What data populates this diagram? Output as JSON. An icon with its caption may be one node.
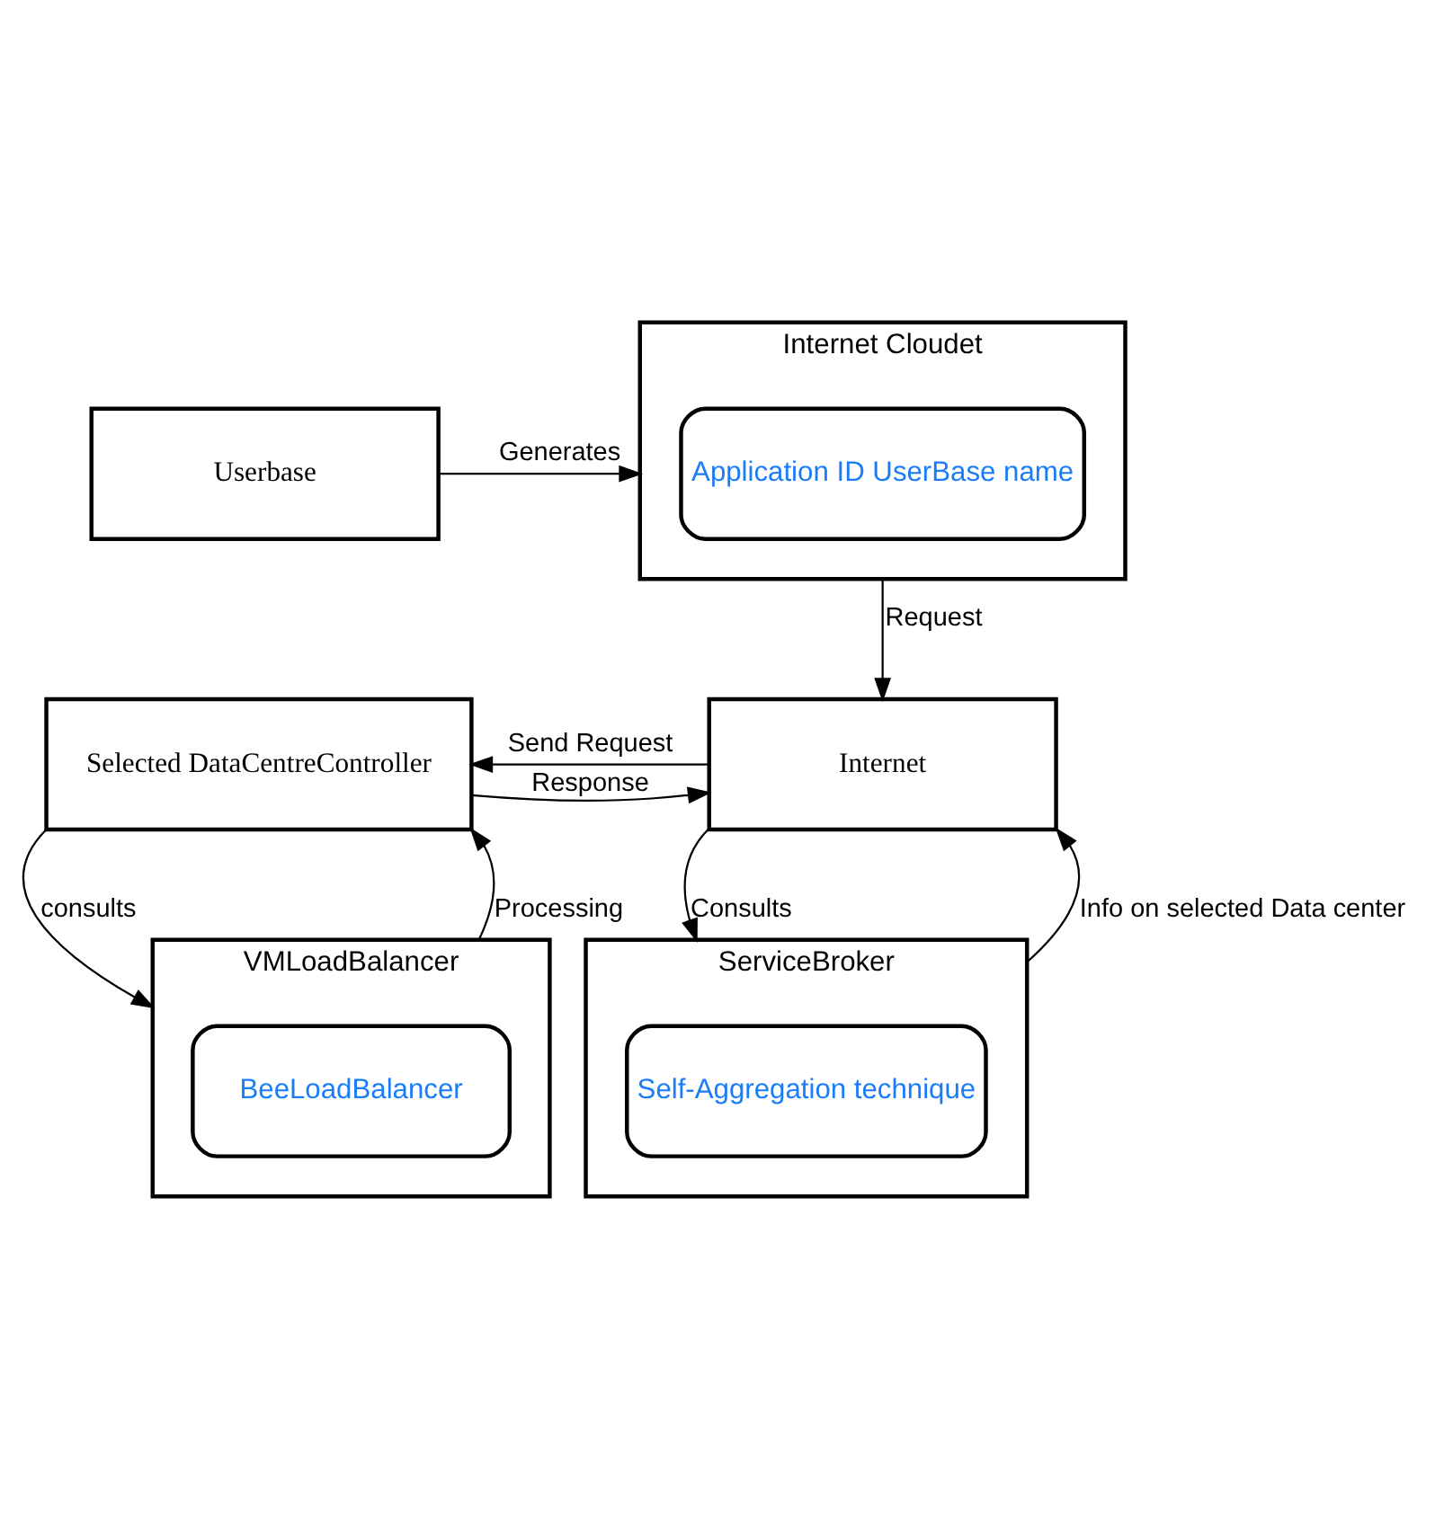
{
  "diagram": {
    "nodes": [
      {
        "text": [
          "Userbase"
        ]
      },
      {
        "text": [
          "Internet Cloudet"
        ]
      },
      {
        "text": [
          "Application ID UserBase name"
        ],
        "in": 1
      },
      {
        "text": [
          "Selected DataCentreController"
        ]
      },
      {
        "text": [
          "Internet"
        ]
      },
      {
        "text": [
          "VMLoadBalancer"
        ]
      },
      {
        "text": [
          "BeeLoadBalancer"
        ],
        "in": 5
      },
      {
        "text": [
          "ServiceBroker"
        ]
      },
      {
        "text": [
          "Self-Aggregation technique"
        ],
        "in": 7
      }
    ],
    "edges": [
      {
        "from": 0,
        "to": 1,
        "arrow": "to",
        "label": "Generates"
      },
      {
        "from": 1,
        "to": 4,
        "arrow": "to",
        "label": "Request"
      },
      {
        "from": 3,
        "to": 4,
        "arrow": "to",
        "label": "Response"
      },
      {
        "from": 4,
        "to": 3,
        "arrow": "to",
        "label": "Send Request"
      },
      {
        "from": 3,
        "to": 5,
        "arrow": "to",
        "label": "consults"
      },
      {
        "from": 5,
        "to": 3,
        "arrow": "to",
        "label": "Processing"
      },
      {
        "from": 7,
        "to": 4,
        "arrow": "to",
        "label": "Info on selected Data center"
      },
      {
        "from": 4,
        "to": 7,
        "arrow": "to",
        "label": "Consults"
      }
    ]
  }
}
